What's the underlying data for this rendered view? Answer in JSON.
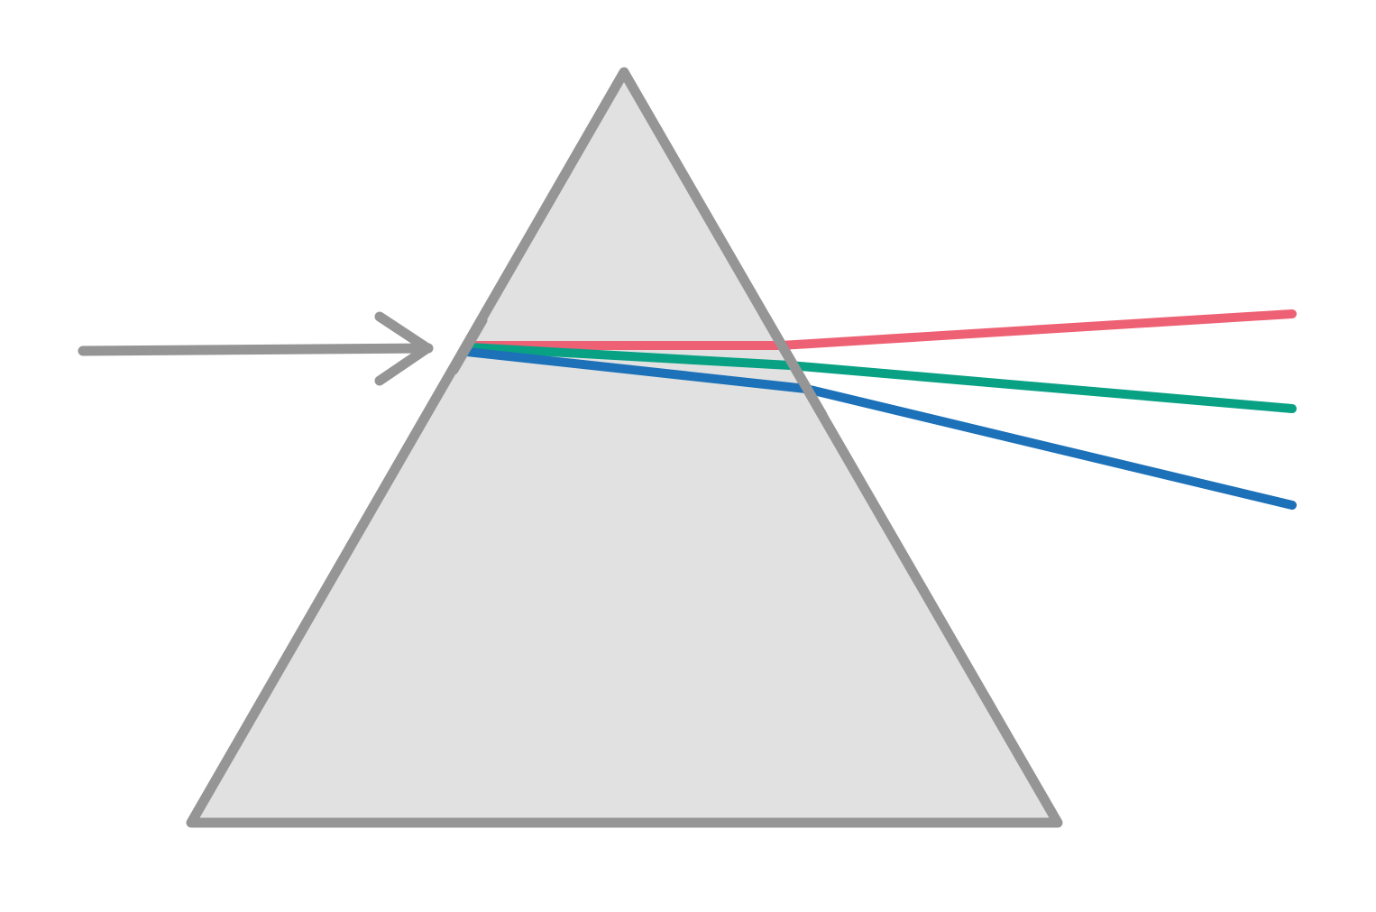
{
  "diagram": {
    "background_color": "#ffffff",
    "prism": {
      "fill_color": "#e1e1e1",
      "stroke_color": "#959595"
    },
    "incident_ray": {
      "color": "#959595",
      "arrowhead": "arrow-right-icon"
    },
    "dispersed_rays": [
      {
        "id": "red",
        "color": "#ee6073"
      },
      {
        "id": "green",
        "color": "#08a184"
      },
      {
        "id": "blue",
        "color": "#1c71b8"
      }
    ]
  }
}
